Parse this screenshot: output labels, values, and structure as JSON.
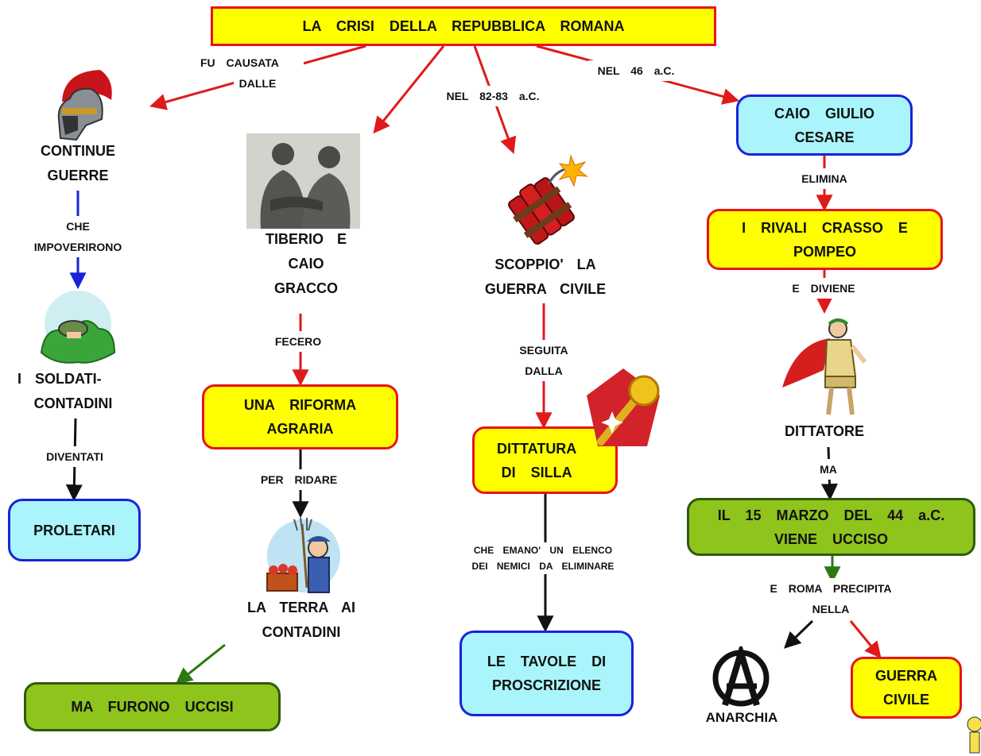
{
  "title": "LA CRISI DELLA REPUBBLICA ROMANA",
  "branches": {
    "guerre": {
      "link_label": [
        "FU CAUSATA",
        "DALLE"
      ],
      "node": [
        "CONTINUE",
        "GUERRE"
      ],
      "link2": [
        "CHE",
        "IMPOVERIRONO"
      ],
      "node2": [
        "I SOLDATI-",
        "CONTADINI"
      ],
      "link3": "DIVENTATI",
      "node3": "PROLETARI"
    },
    "gracchi": {
      "node": [
        "TIBERIO E",
        "CAIO",
        "GRACCO"
      ],
      "link2": "FECERO",
      "node2": [
        "UNA RIFORMA",
        "AGRARIA"
      ],
      "link3": "PER RIDARE",
      "node3": [
        "LA TERRA AI",
        "CONTADINI"
      ],
      "node4": "MA FURONO UCCISI"
    },
    "silla": {
      "link_label": "NEL 82-83 a.C.",
      "node": [
        "SCOPPIO' LA",
        "GUERRA CIVILE"
      ],
      "link2": [
        "SEGUITA",
        "DALLA"
      ],
      "node2": [
        "DITTATURA",
        "DI SILLA"
      ],
      "link3": [
        "CHE EMANO' UN ELENCO",
        "DEI NEMICI DA ELIMINARE"
      ],
      "node3": [
        "LE TAVOLE DI",
        "PROSCRIZIONE"
      ]
    },
    "cesare": {
      "link_label": "NEL 46 a.C.",
      "node": [
        "CAIO GIULIO",
        "CESARE"
      ],
      "link2": "ELIMINA",
      "node2": [
        "I RIVALI CRASSO E",
        "POMPEO"
      ],
      "link3": "E DIVIENE",
      "node3": "DITTATORE",
      "link4": "MA",
      "node4": [
        "IL 15 MARZO DEL 44 a.C.",
        "VIENE UCCISO"
      ],
      "link5": [
        "E ROMA PRECIPITA",
        "NELLA"
      ],
      "node5a": "ANARCHIA",
      "node5b": [
        "GUERRA",
        "CIVILE"
      ]
    }
  },
  "colors": {
    "yellow_fill": "#ffff00",
    "red_border": "#e8141b",
    "cyan_fill": "#a9f5fb",
    "blue_border": "#1a23d8",
    "green_fill": "#8fc41c",
    "red_arrow": "#e01a1a",
    "blue_arrow": "#1a23d8",
    "green_arrow": "#2a7a12"
  },
  "icons": [
    "roman-helmet-icon",
    "gracchi-statue-icon",
    "dynamite-icon",
    "soldier-in-bush-icon",
    "farmer-icon",
    "scepter-icon",
    "caesar-figure-icon",
    "anarchy-symbol-icon"
  ]
}
